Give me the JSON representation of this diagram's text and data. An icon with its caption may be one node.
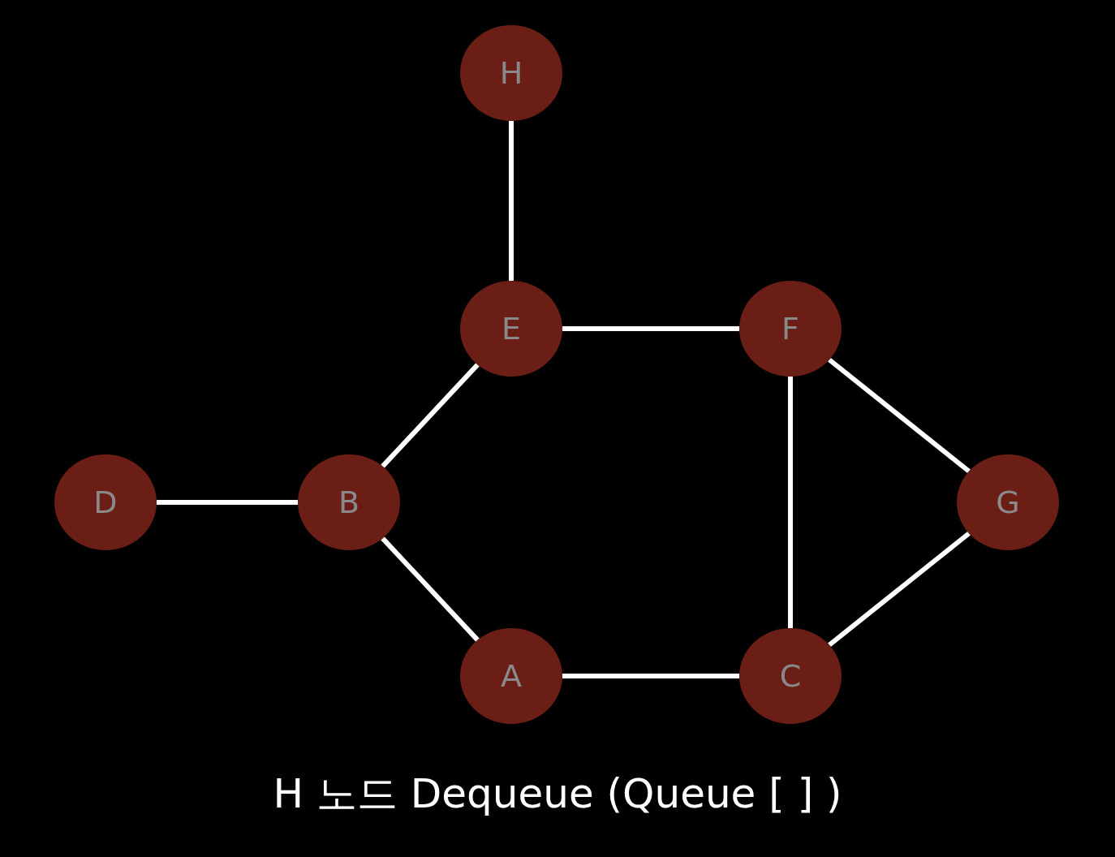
{
  "diagram": {
    "caption": "H 노드 Dequeue (Queue [ ] )",
    "nodes": [
      {
        "text": [
          "H"
        ]
      },
      {
        "text": [
          "E"
        ]
      },
      {
        "text": [
          "F"
        ]
      },
      {
        "text": [
          "D"
        ]
      },
      {
        "text": [
          "B"
        ]
      },
      {
        "text": [
          "G"
        ]
      },
      {
        "text": [
          "A"
        ]
      },
      {
        "text": [
          "C"
        ]
      }
    ],
    "edges": [
      {
        "from": 0,
        "to": 1,
        "arrow": "none"
      },
      {
        "from": 1,
        "to": 2,
        "arrow": "none"
      },
      {
        "from": 1,
        "to": 4,
        "arrow": "none"
      },
      {
        "from": 2,
        "to": 5,
        "arrow": "none"
      },
      {
        "from": 2,
        "to": 7,
        "arrow": "none"
      },
      {
        "from": 3,
        "to": 4,
        "arrow": "none"
      },
      {
        "from": 4,
        "to": 6,
        "arrow": "none"
      },
      {
        "from": 6,
        "to": 7,
        "arrow": "none"
      },
      {
        "from": 7,
        "to": 5,
        "arrow": "none"
      }
    ]
  }
}
